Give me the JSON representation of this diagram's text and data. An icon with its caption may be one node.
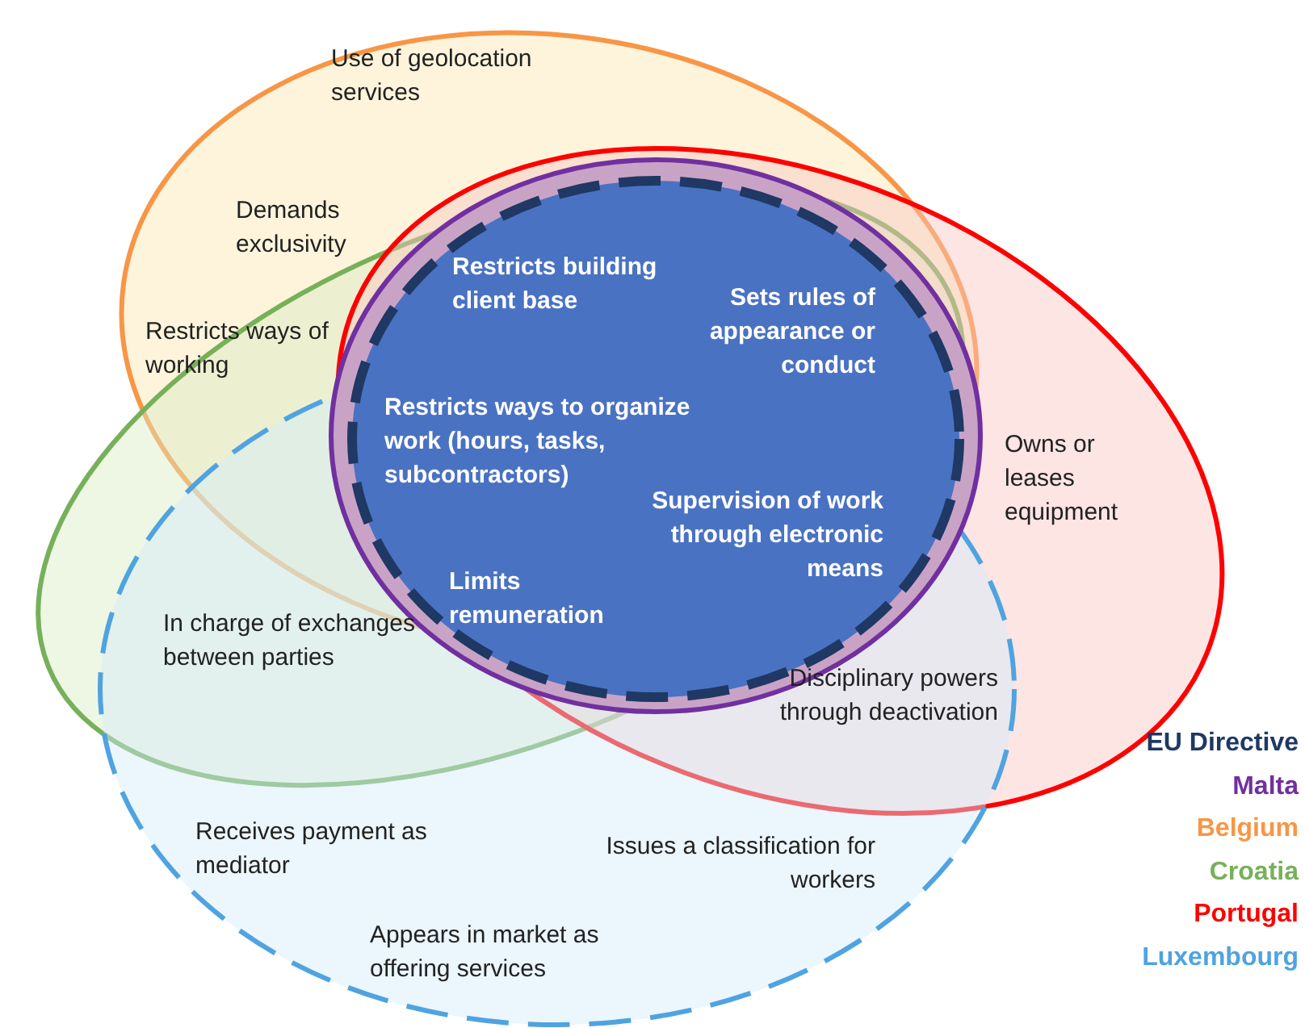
{
  "diagram": {
    "labels": [
      "Use of geolocation services",
      "Demands exclusivity",
      "Restricts building client base",
      "Sets rules of appearance or conduct",
      "Restricts ways of working",
      "Restricts ways to organize work (hours, tasks, subcontractors)",
      "Owns or leases equipment",
      "Supervision of work through electronic means",
      "Limits remuneration",
      "In charge of exchanges between parties",
      "Disciplinary powers through deactivation",
      "Receives payment as mediator",
      "Issues a classification for workers",
      "Appears in market as offering services"
    ],
    "legend": [
      {
        "text": "EU Directive",
        "color": "#1f3864"
      },
      {
        "text": "Malta",
        "color": "#7030a0"
      },
      {
        "text": "Belgium",
        "color": "#f79646"
      },
      {
        "text": "Croatia",
        "color": "#77b05a"
      },
      {
        "text": "Portugal",
        "color": "#ff0000"
      },
      {
        "text": "Luxembourg",
        "color": "#4fa3e0"
      }
    ]
  }
}
